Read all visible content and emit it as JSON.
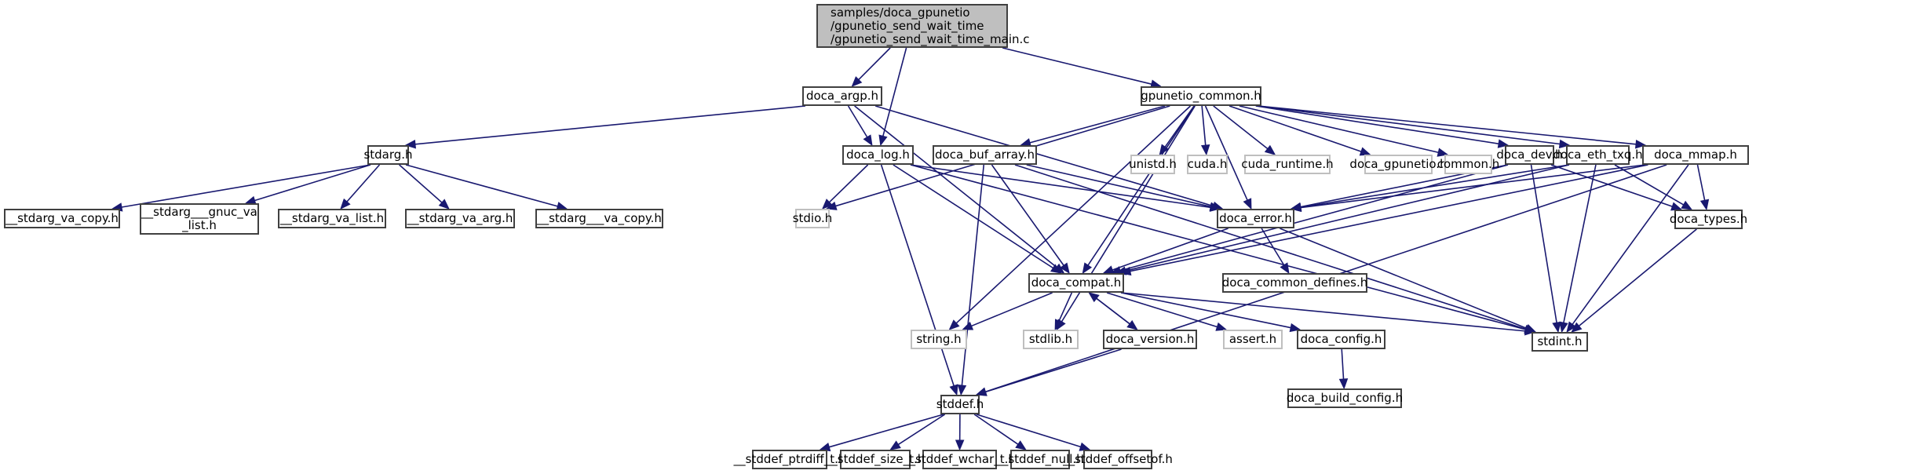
{
  "graph": {
    "title": "Include dependency graph for gpunetio_send_wait_time_main.c",
    "colors": {
      "edge": "#191970",
      "root_fill": "#bfbfbf",
      "node_border": "#404040",
      "external_border": "#bfbfbf"
    },
    "nodes": [
      {
        "id": "main",
        "label": "samples/doca_gpunetio\n/gpunetio_send_wait_time\n/gpunetio_send_wait_time_main.c",
        "kind": "root"
      },
      {
        "id": "argp",
        "label": "doca_argp.h",
        "kind": "doc"
      },
      {
        "id": "gcommon",
        "label": "gpunetio_common.h",
        "kind": "doc"
      },
      {
        "id": "stdarg",
        "label": "stdarg.h",
        "kind": "doc"
      },
      {
        "id": "sva_copy",
        "label": "__stdarg_va_copy.h",
        "kind": "doc"
      },
      {
        "id": "sgnuc",
        "label": "__stdarg___gnuc_va\n_list.h",
        "kind": "doc"
      },
      {
        "id": "sva_list",
        "label": "__stdarg_va_list.h",
        "kind": "doc"
      },
      {
        "id": "sva_arg",
        "label": "__stdarg_va_arg.h",
        "kind": "doc"
      },
      {
        "id": "s__va_copy",
        "label": "__stdarg___va_copy.h",
        "kind": "doc"
      },
      {
        "id": "log",
        "label": "doca_log.h",
        "kind": "doc"
      },
      {
        "id": "bufarr",
        "label": "doca_buf_array.h",
        "kind": "doc"
      },
      {
        "id": "unistd",
        "label": "unistd.h",
        "kind": "ext"
      },
      {
        "id": "cuda",
        "label": "cuda.h",
        "kind": "ext"
      },
      {
        "id": "cudart",
        "label": "cuda_runtime.h",
        "kind": "ext"
      },
      {
        "id": "dgpunetio",
        "label": "doca_gpunetio.h",
        "kind": "ext"
      },
      {
        "id": "common",
        "label": "common.h",
        "kind": "ext"
      },
      {
        "id": "dev",
        "label": "doca_dev.h",
        "kind": "doc"
      },
      {
        "id": "ethtxq",
        "label": "doca_eth_txq.h",
        "kind": "doc"
      },
      {
        "id": "mmap",
        "label": "doca_mmap.h",
        "kind": "doc"
      },
      {
        "id": "stdio",
        "label": "stdio.h",
        "kind": "ext"
      },
      {
        "id": "error",
        "label": "doca_error.h",
        "kind": "doc"
      },
      {
        "id": "types",
        "label": "doca_types.h",
        "kind": "doc"
      },
      {
        "id": "compat",
        "label": "doca_compat.h",
        "kind": "doc"
      },
      {
        "id": "cdefs",
        "label": "doca_common_defines.h",
        "kind": "doc"
      },
      {
        "id": "string",
        "label": "string.h",
        "kind": "ext"
      },
      {
        "id": "stdlib",
        "label": "stdlib.h",
        "kind": "ext"
      },
      {
        "id": "version",
        "label": "doca_version.h",
        "kind": "doc"
      },
      {
        "id": "assert",
        "label": "assert.h",
        "kind": "ext"
      },
      {
        "id": "config",
        "label": "doca_config.h",
        "kind": "doc"
      },
      {
        "id": "stdint",
        "label": "stdint.h",
        "kind": "doc"
      },
      {
        "id": "buildcfg",
        "label": "doca_build_config.h",
        "kind": "doc"
      },
      {
        "id": "stddef",
        "label": "stddef.h",
        "kind": "doc"
      },
      {
        "id": "ptrdiff",
        "label": "__stddef_ptrdiff_t.h",
        "kind": "doc"
      },
      {
        "id": "size_t",
        "label": "__stddef_size_t.h",
        "kind": "doc"
      },
      {
        "id": "wchar",
        "label": "__stddef_wchar_t.h",
        "kind": "doc"
      },
      {
        "id": "null",
        "label": "__stddef_null.h",
        "kind": "doc"
      },
      {
        "id": "offsetof",
        "label": "__stddef_offsetof.h",
        "kind": "doc"
      }
    ],
    "edges": [
      [
        "main",
        "argp"
      ],
      [
        "main",
        "log"
      ],
      [
        "main",
        "gcommon"
      ],
      [
        "argp",
        "stdarg"
      ],
      [
        "argp",
        "log"
      ],
      [
        "argp",
        "error"
      ],
      [
        "argp",
        "compat"
      ],
      [
        "stdarg",
        "sva_copy"
      ],
      [
        "stdarg",
        "sgnuc"
      ],
      [
        "stdarg",
        "sva_list"
      ],
      [
        "stdarg",
        "sva_arg"
      ],
      [
        "stdarg",
        "s__va_copy"
      ],
      [
        "gcommon",
        "bufarr"
      ],
      [
        "gcommon",
        "unistd"
      ],
      [
        "gcommon",
        "cuda"
      ],
      [
        "gcommon",
        "cudart"
      ],
      [
        "gcommon",
        "dgpunetio"
      ],
      [
        "gcommon",
        "common"
      ],
      [
        "gcommon",
        "dev"
      ],
      [
        "gcommon",
        "ethtxq"
      ],
      [
        "gcommon",
        "mmap"
      ],
      [
        "gcommon",
        "stdio"
      ],
      [
        "gcommon",
        "error"
      ],
      [
        "gcommon",
        "string"
      ],
      [
        "gcommon",
        "stdlib"
      ],
      [
        "gcommon",
        "compat"
      ],
      [
        "log",
        "stdio"
      ],
      [
        "log",
        "error"
      ],
      [
        "log",
        "compat"
      ],
      [
        "log",
        "stdint"
      ],
      [
        "log",
        "stddef"
      ],
      [
        "bufarr",
        "error"
      ],
      [
        "bufarr",
        "compat"
      ],
      [
        "bufarr",
        "stdint"
      ],
      [
        "bufarr",
        "stddef"
      ],
      [
        "dev",
        "error"
      ],
      [
        "dev",
        "types"
      ],
      [
        "dev",
        "compat"
      ],
      [
        "dev",
        "stdint"
      ],
      [
        "ethtxq",
        "error"
      ],
      [
        "ethtxq",
        "types"
      ],
      [
        "ethtxq",
        "compat"
      ],
      [
        "ethtxq",
        "stdint"
      ],
      [
        "mmap",
        "error"
      ],
      [
        "mmap",
        "types"
      ],
      [
        "mmap",
        "compat"
      ],
      [
        "mmap",
        "stdint"
      ],
      [
        "mmap",
        "stddef"
      ],
      [
        "error",
        "compat"
      ],
      [
        "error",
        "cdefs"
      ],
      [
        "error",
        "stdint"
      ],
      [
        "types",
        "stdint"
      ],
      [
        "compat",
        "string"
      ],
      [
        "compat",
        "stdlib"
      ],
      [
        "compat",
        "version"
      ],
      [
        "compat",
        "assert"
      ],
      [
        "compat",
        "config"
      ],
      [
        "compat",
        "stdint"
      ],
      [
        "version",
        "compat"
      ],
      [
        "version",
        "stddef"
      ],
      [
        "config",
        "buildcfg"
      ],
      [
        "stddef",
        "ptrdiff"
      ],
      [
        "stddef",
        "size_t"
      ],
      [
        "stddef",
        "wchar"
      ],
      [
        "stddef",
        "null"
      ],
      [
        "stddef",
        "offsetof"
      ]
    ]
  }
}
